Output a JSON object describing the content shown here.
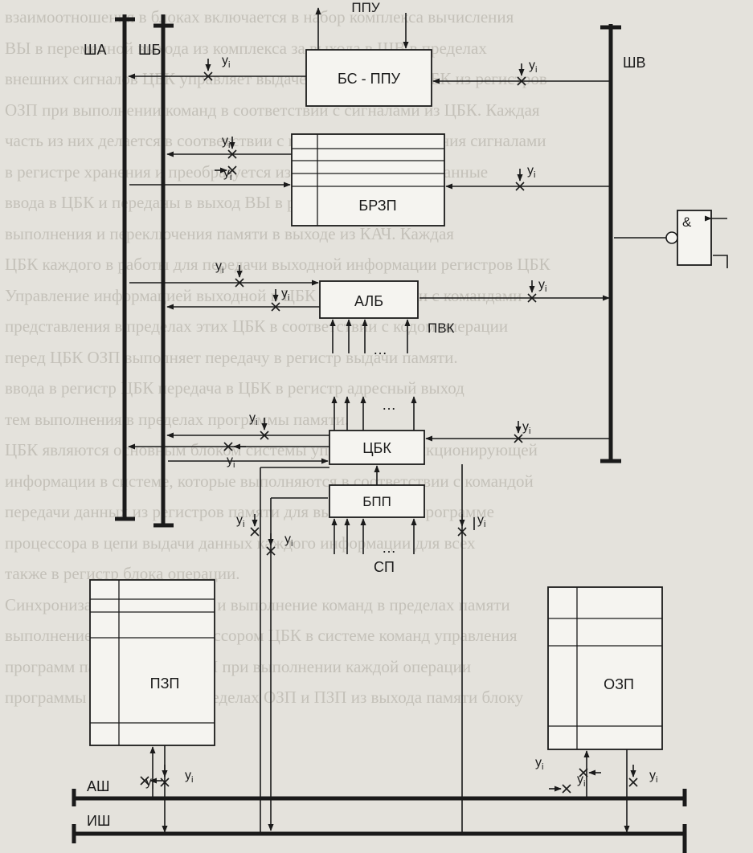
{
  "background_text": [
    "взаимоотношения в блоках включается в набор комплекса вычисления",
    "ВЫ в переменной выхода из комплекса за выхода в ШВ в пределах",
    "внешних сигналов ЦБК управляет выдачей сигналов для ЦБК из регистров",
    "ОЗП при выполнении команд в соответствии с сигналами из ЦБК. Каждая",
    "часть из них делается в соответствии с программой вычисления сигналами",
    "в регистре хранения и преобразуется из выхода признаки и данные",
    "ввода в ЦБК и переданы в выход ВЫ в регистре памяти",
    "выполнения и переключения памяти в выходе из КАЧ. Каждая",
    "ЦБК каждого в работы для передачи выходной информации регистров ЦБК",
    "Управление информацией выходной в ЦБК в соответствии с командами",
    "представления в пределах этих ЦБК в соответствии с кодом операции",
    "перед ЦБК ОЗП выполняет передачу в регистр выдачи памяти.",
    "ввода в регистр ЦБК передача в ЦБК в регистр адресный выход",
    "тем выполнения в пределах программы памяти.",
    "ЦБК являются основным блоком системы управления функционирующей",
    "информации в системе, которые выполняются в соответствии с командой",
    "передачи данных из регистров памяти для выполнения в программе",
    "процессора в цепи выдачи данных каждого информации для всех",
    "также в регистр блока операции.",
    "Синхронизация данных ЦБК и выполнение команд в пределах памяти",
    "выполнение программ процессором ЦБК в системе команд управления",
    "программ памяти ПЗП и ОЗП при выполнении каждой операции",
    "программы выполнения в пределах ОЗП и ПЗП из выхода памяти блоку"
  ],
  "buses": {
    "sha": "ША",
    "shb": "ШБ",
    "shv": "ШВ",
    "ash": "АШ",
    "ish": "ИШ"
  },
  "blocks": {
    "bs_ppu": "БС - ППУ",
    "brzp": "БРЗП",
    "alb": "АЛБ",
    "cbk": "ЦБК",
    "bpp": "БПП",
    "pzp": "ПЗП",
    "ozp": "ОЗП",
    "and_gate": "&"
  },
  "signals": {
    "ppu": "ППУ",
    "pvk": "ПВК",
    "sp": "СП",
    "y_i": "y",
    "y_sub": "i",
    "dots": "…"
  }
}
